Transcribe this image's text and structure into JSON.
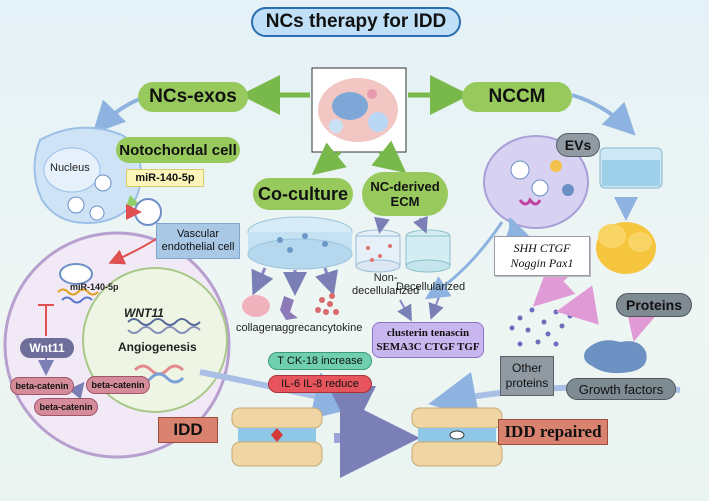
{
  "title": "NCs therapy for IDD",
  "branches": {
    "exos": "NCs-exos",
    "nccm": "NCCM",
    "coculture": "Co-culture",
    "ecm_line1": "NC-derived",
    "ecm_line2": "ECM"
  },
  "exos": {
    "notochordal_cell": "Notochordal cell",
    "nucleus": "Nucleus",
    "mirna_box": "miR-140-5p",
    "vascular_line1": "Vascular",
    "vascular_line2": "endothelial cell",
    "mirna_small": "miR-140-5p",
    "wnt11_gene": "WNT11",
    "wnt11_protein": "Wnt11",
    "angiogenesis": "Angiogenesis",
    "beta1": "beta-catenin",
    "beta2": "beta-catenin",
    "beta3": "beta-catenin"
  },
  "coculture": {
    "collagen": "collagen",
    "aggrecan": "aggrecan",
    "cytokine": "cytokine",
    "increase": "T CK-18 increase",
    "reduce": "IL-6 IL-8 reduce"
  },
  "ecm": {
    "non_line1": "Non-",
    "non_line2": "decellularized",
    "decell": "Decellularized",
    "factors_line1": "clusterin tenascin",
    "factors_line2": "SEMA3C CTGF TGF"
  },
  "nccm": {
    "evs": "EVs",
    "genes_line1": "SHH  CTGF",
    "genes_line2": "Noggin Pax1",
    "proteins": "Proteins",
    "other_line1": "Other",
    "other_line2": "proteins",
    "growth": "Growth factors"
  },
  "outcome": {
    "idd": "IDD",
    "repaired": "IDD repaired"
  },
  "colors": {
    "green": "#97c95d",
    "blue_pill": "#bfe0f7",
    "red_pill": "#d9826f",
    "purple_pill": "#c9b6ef",
    "grey_pill": "#7f8b93",
    "wnt": "#6d6f9a",
    "beta": "#d58c9a"
  }
}
